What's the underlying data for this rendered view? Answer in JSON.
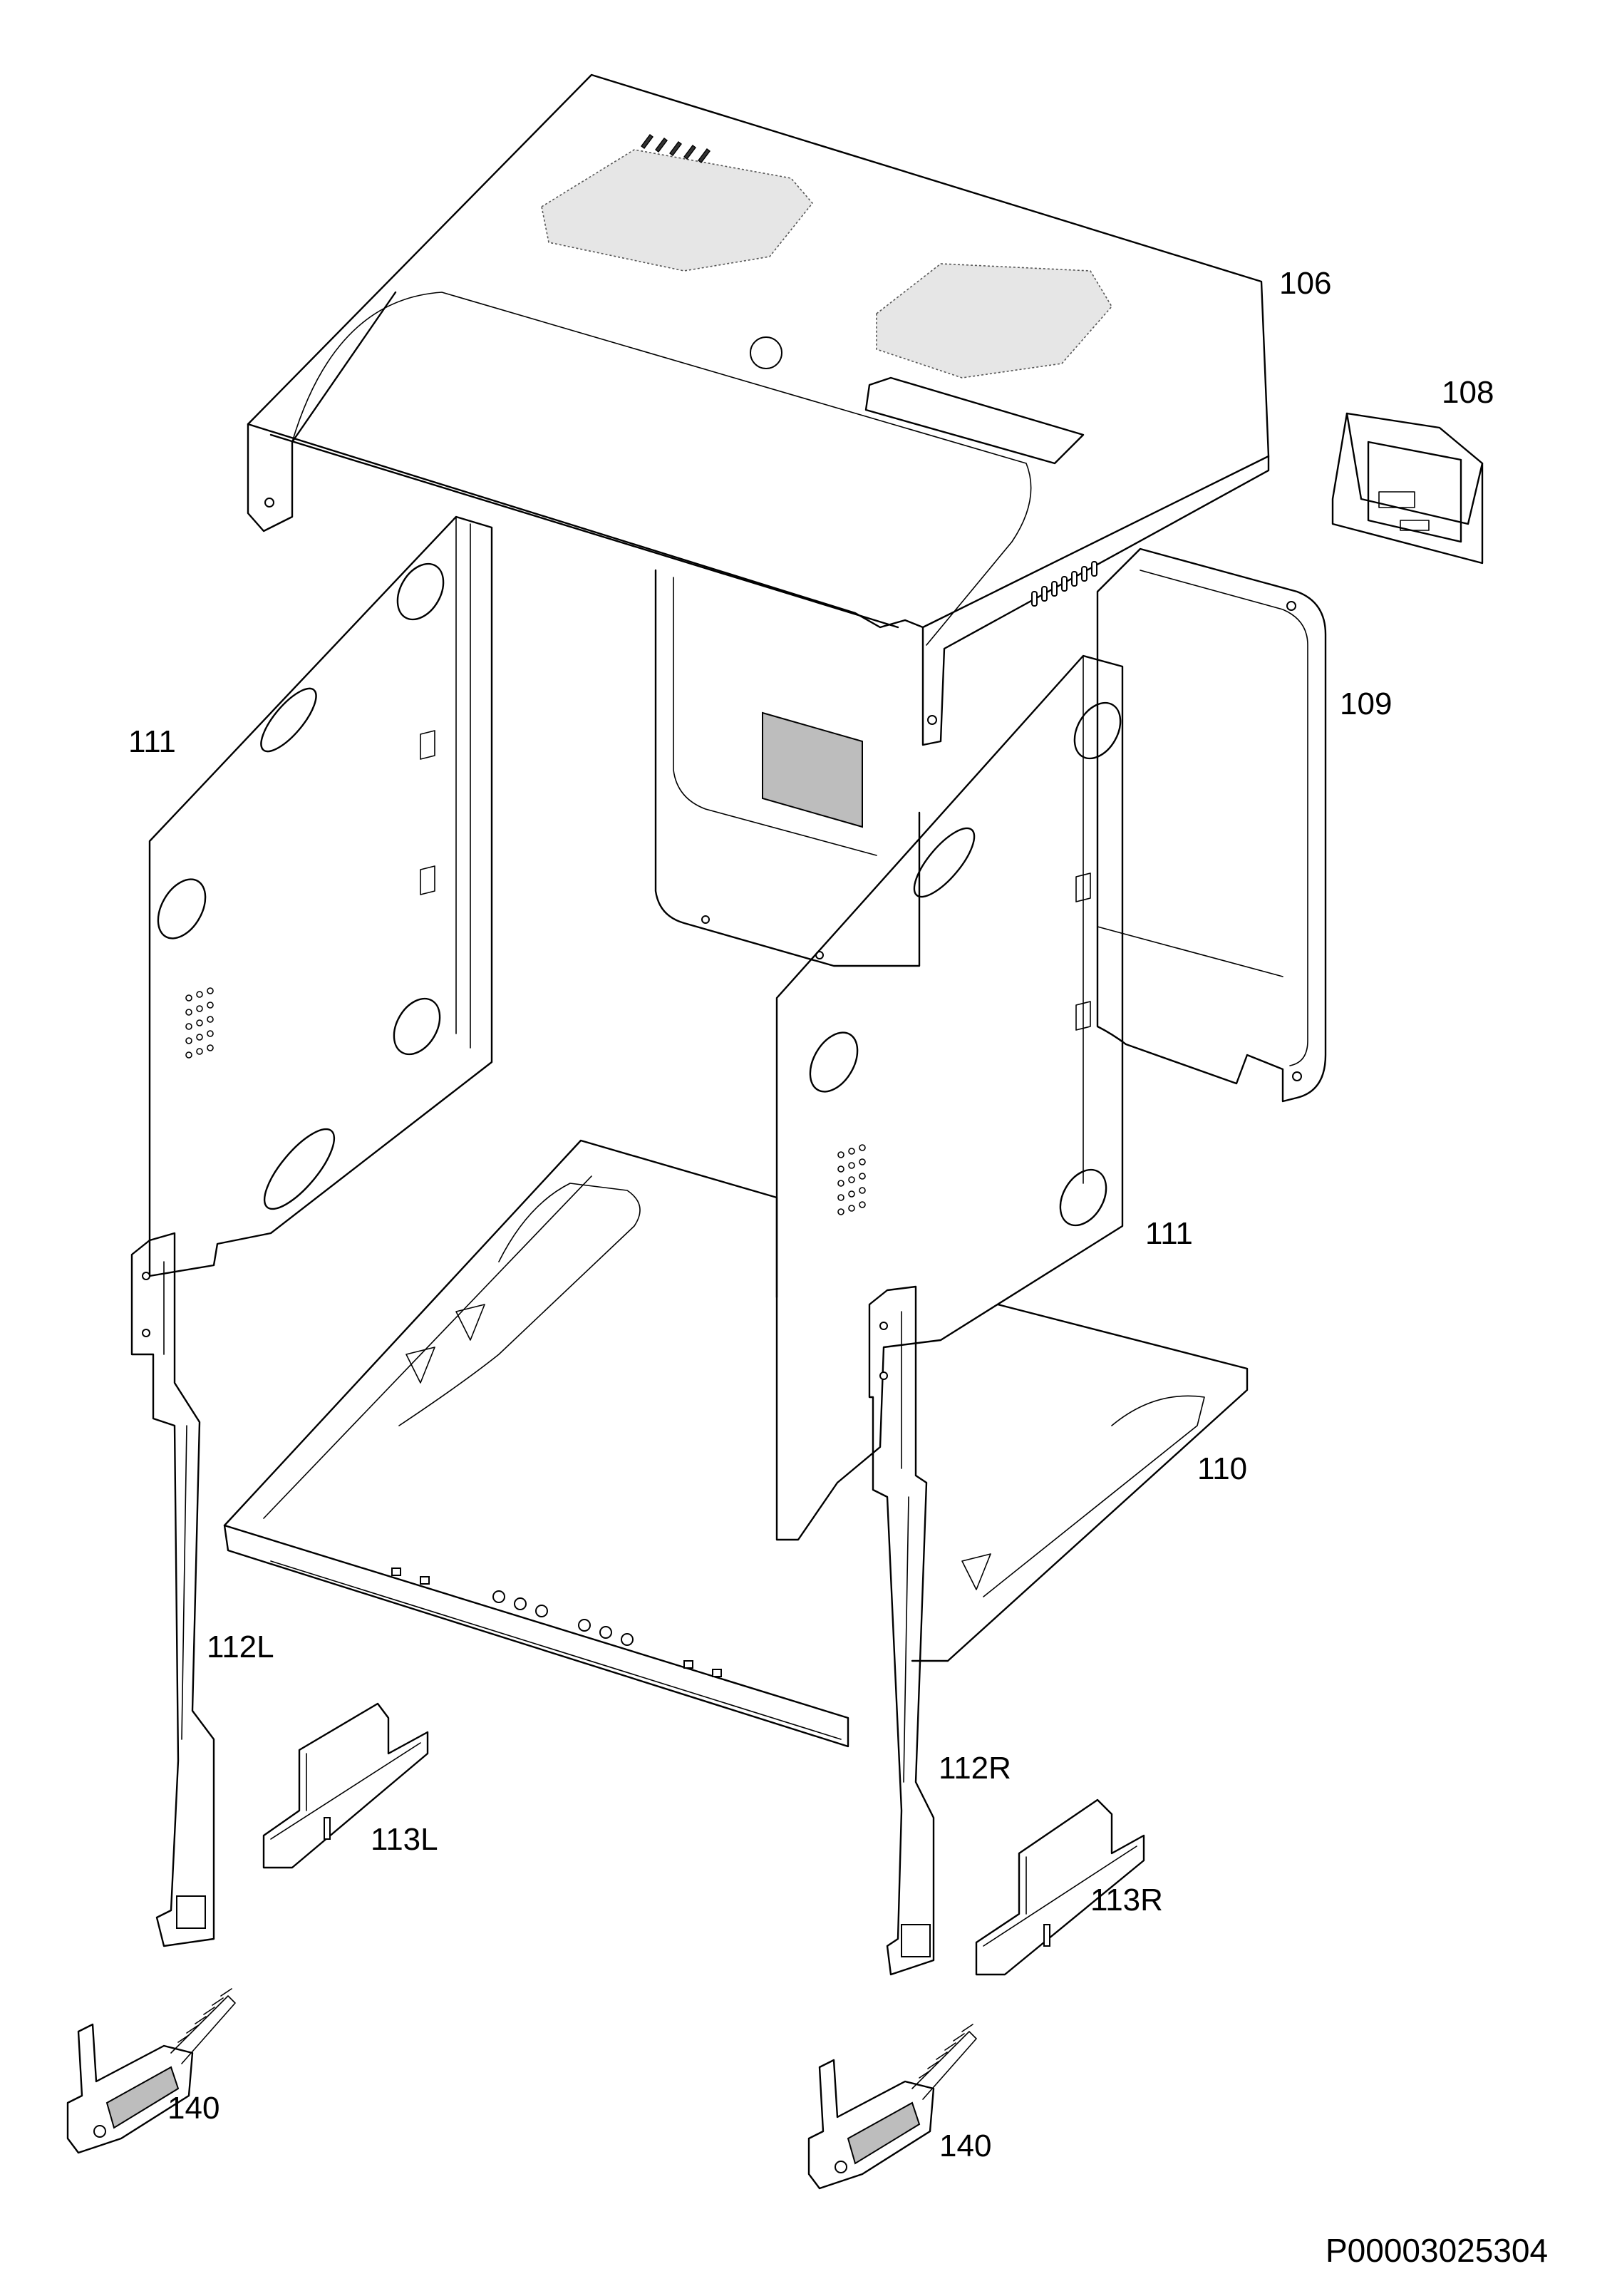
{
  "parts": [
    {
      "id": "106",
      "label": "106"
    },
    {
      "id": "108",
      "label": "108"
    },
    {
      "id": "109",
      "label": "109"
    },
    {
      "id": "111-left",
      "label": "111"
    },
    {
      "id": "111-right",
      "label": "111"
    },
    {
      "id": "110",
      "label": "110"
    },
    {
      "id": "112L",
      "label": "112L"
    },
    {
      "id": "112R",
      "label": "112R"
    },
    {
      "id": "113L",
      "label": "113L"
    },
    {
      "id": "113R",
      "label": "113R"
    },
    {
      "id": "140-left",
      "label": "140"
    },
    {
      "id": "140-right",
      "label": "140"
    }
  ],
  "document_code": "P00003025304"
}
